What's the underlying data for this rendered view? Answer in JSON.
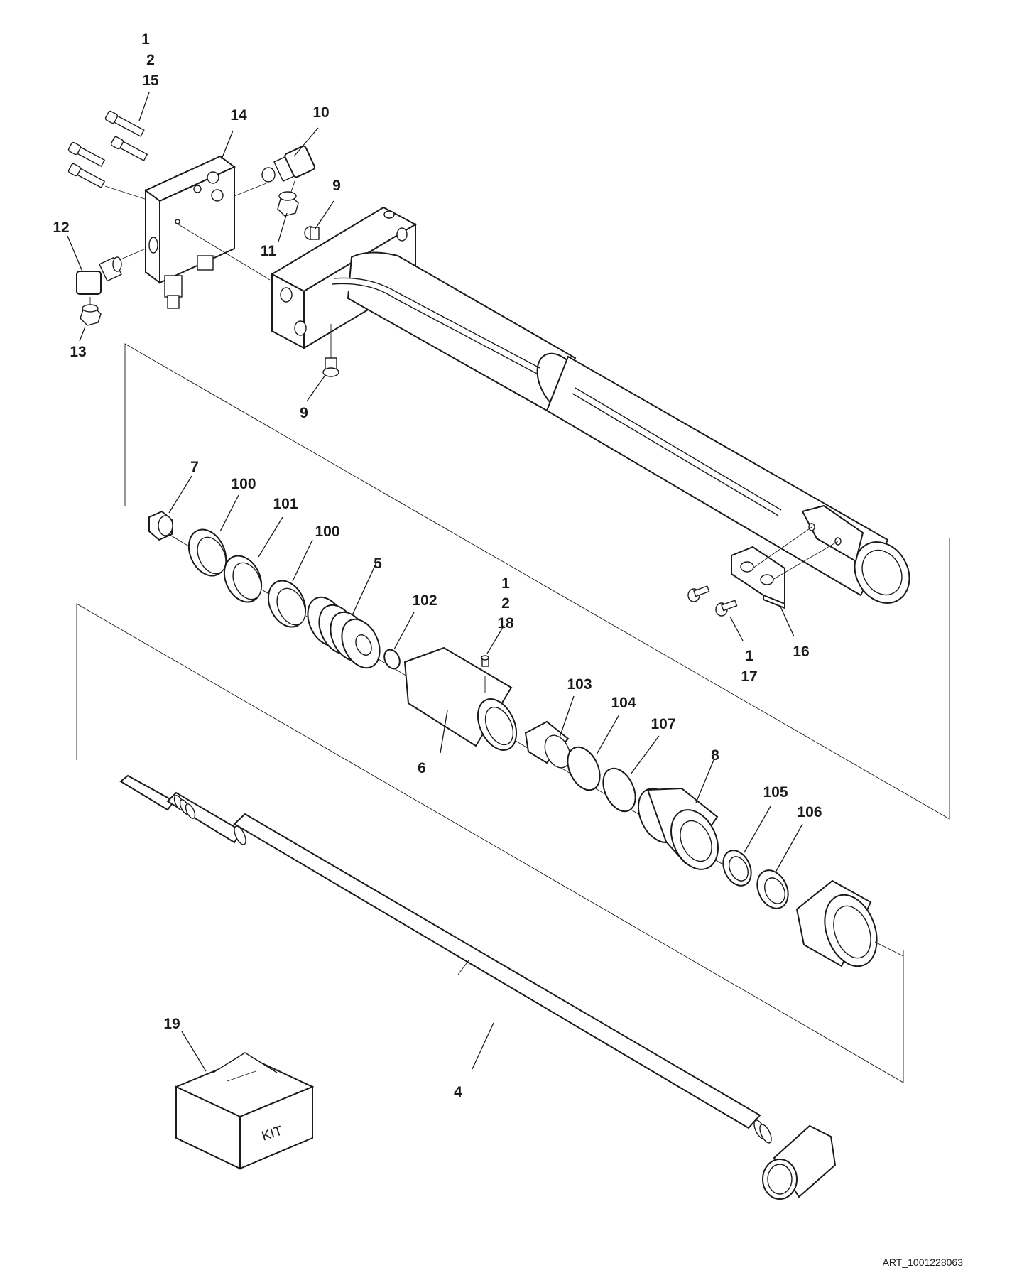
{
  "art_reference": "ART_1001228063",
  "kit_label": "KIT",
  "callouts": {
    "bolt_group": [
      "1",
      "2",
      "15"
    ],
    "manifold_block": "14",
    "elbow_fitting_top": "10",
    "plug_top": "9",
    "nut_top": "11",
    "elbow_fitting_left": "12",
    "nut_left": "13",
    "plug_bottom": "9",
    "lock_nut": "7",
    "wear_ring_a": "100",
    "seal_101": "101",
    "wear_ring_b": "100",
    "piston": "5",
    "o_ring_102": "102",
    "setscrew_group": [
      "1",
      "2",
      "18"
    ],
    "spacer_tube": "6",
    "bushing_103": "103",
    "seal_104": "104",
    "seal_107": "107",
    "head_gland": "8",
    "seal_105": "105",
    "wiper_106": "106",
    "bracket": "16",
    "screw_group": [
      "1",
      "17"
    ],
    "rod": "4",
    "kit_box": "19"
  }
}
